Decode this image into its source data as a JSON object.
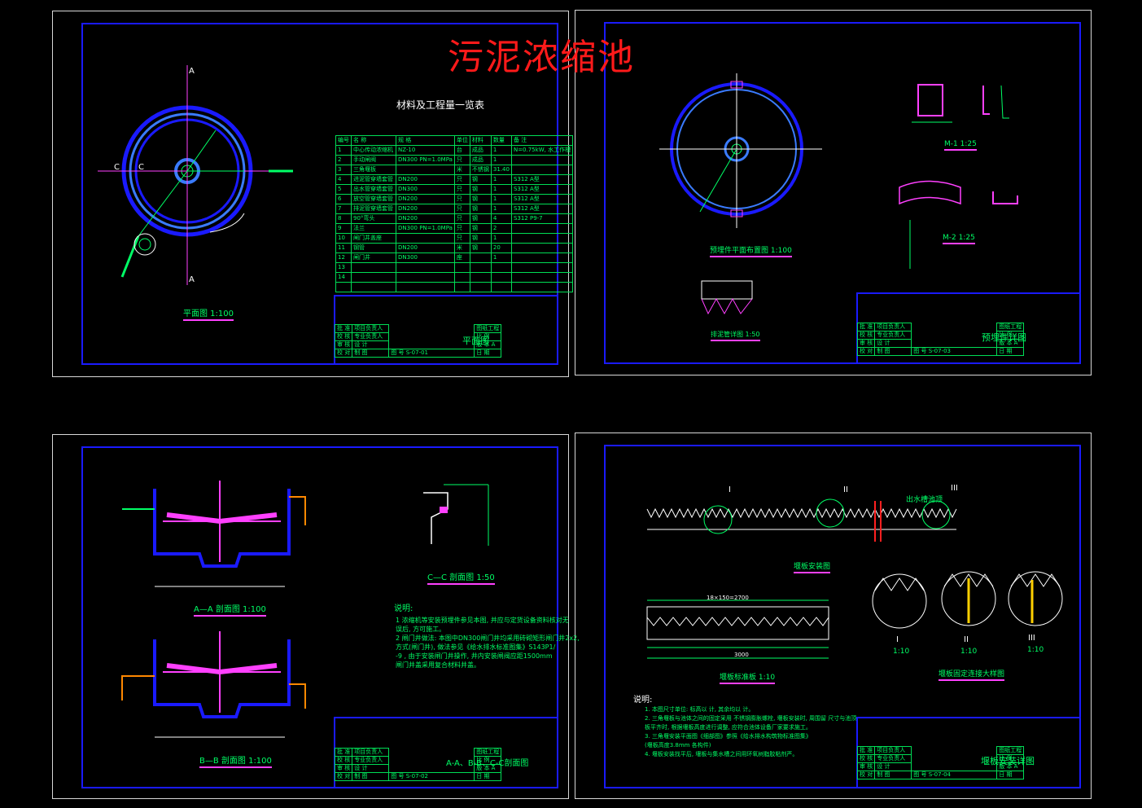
{
  "main_title": "污泥浓缩池",
  "sheets": {
    "plan": {
      "view_title": "平面图 1:100",
      "table_title": "材料及工程量一览表",
      "table_headers": [
        "编号",
        "名 称",
        "规 格",
        "单位",
        "材料",
        "数量",
        "备 注"
      ],
      "table_rows": [
        [
          "1",
          "中心传动浓缩机",
          "NZ-10",
          "台",
          "成品",
          "1",
          "N=0.75kW, 水工作槽"
        ],
        [
          "2",
          "手动闸阀",
          "DN300 PN=1.0MPa",
          "只",
          "成品",
          "1",
          ""
        ],
        [
          "3",
          "三角堰板",
          "",
          "米",
          "不锈钢",
          "31.40",
          ""
        ],
        [
          "4",
          "进泥管穿墙套管",
          "DN200",
          "只",
          "钢",
          "1",
          "S312 A型"
        ],
        [
          "5",
          "出水管穿墙套管",
          "DN300",
          "只",
          "钢",
          "1",
          "S312 A型"
        ],
        [
          "6",
          "放空管穿墙套管",
          "DN200",
          "只",
          "钢",
          "1",
          "S312 A型"
        ],
        [
          "7",
          "排泥管穿墙套管",
          "DN200",
          "只",
          "钢",
          "1",
          "S312 A型"
        ],
        [
          "8",
          "90°弯头",
          "DN200",
          "只",
          "钢",
          "4",
          "S312 P9-7"
        ],
        [
          "9",
          "法兰",
          "DN300 PN=1.0MPa",
          "只",
          "钢",
          "2",
          ""
        ],
        [
          "10",
          "闸门井盖座",
          "",
          "只",
          "钢",
          "1",
          ""
        ],
        [
          "11",
          "钢管",
          "DN200",
          "米",
          "钢",
          "20",
          ""
        ],
        [
          "12",
          "闸门井",
          "DN300",
          "座",
          "",
          "1",
          ""
        ],
        [
          "13",
          "",
          "",
          "",
          "",
          "",
          ""
        ],
        [
          "14",
          "",
          "",
          "",
          "",
          "",
          ""
        ]
      ],
      "title_block": {
        "name": "平面图",
        "drawing_no": "S-07-01",
        "cells": [
          "批 准",
          "项目负责人",
          "校 核",
          "专业负责人",
          "审 核",
          "设 计",
          "校 对",
          "制 图",
          "图 号",
          "日 期",
          "比 例",
          "版 本 A",
          "图纸工程"
        ]
      }
    },
    "embedded": {
      "view_title": "预埋件平面布置图 1:100",
      "detail_a": "M-1 1:25",
      "detail_b": "M-2 1:25",
      "detail_c": "排泥管详图 1:50",
      "title_block": {
        "name": "预埋件详图",
        "drawing_no": "S-07-03",
        "cells": [
          "批 准",
          "项目负责人",
          "校 核",
          "专业负责人",
          "审 核",
          "设 计",
          "校 对",
          "制 图",
          "图 号",
          "日 期",
          "比 例",
          "版 本 A",
          "图纸工程"
        ]
      }
    },
    "sections": {
      "view_aa": "A—A 剖面图 1:100",
      "view_bb": "B—B 剖面图 1:100",
      "view_cc": "C—C 剖面图 1:50",
      "notes_title": "说明:",
      "notes": [
        "1  浓缩机等安装预埋件参见本图, 并应与定货设备资料核对无",
        "   误后, 方可施工。",
        "2  闸门井做法: 本图中DN300闸门井均采用砖砌矩形闸门井2x2,",
        "   方式(闸门井), 做法参见《给水排水标准图集》S143P1/",
        "   -9 , 由于安装闸门井操作, 井内安装闸阀应距1500mm",
        "   闸门井盖采用复合材料井盖。"
      ],
      "title_block": {
        "name": "A-A、B-B、C-C剖面图",
        "drawing_no": "S-07-02",
        "cells": [
          "批 准",
          "项目负责人",
          "校 核",
          "专业负责人",
          "审 核",
          "设 计",
          "校 对",
          "制 图",
          "图 号",
          "日 期",
          "比 例",
          "版 本 A",
          "图纸工程"
        ]
      }
    },
    "weir": {
      "view_install": "堰板安装图",
      "view_standard": "堰板标准板 1:10",
      "view_detail": "堰板固定连接大样图",
      "label_outlet": "出水槽池顶",
      "detail_labels": [
        "I",
        "II",
        "III"
      ],
      "detail_scales": [
        "1:10",
        "1:10",
        "1:10"
      ],
      "dim_top": "18×150=2700",
      "dim_total": "3000",
      "notes_title": "说明:",
      "notes": [
        "1. 本图尺寸单位: 标高以    计, 其余均以    计。",
        "2. 三角堰板与池体之间的固定采用     不锈钢膨胀螺栓, 堰板安装时, 周围留  尺寸与池顶",
        "   板平齐时, 根据堰板高度进行调整, 应符合池体设备厂家要求施工。",
        "3. 三角堰安装平面图《细部图》参照《给水排水构筑物标准图集》",
        "   (堰板高度3.8mm       各构件)",
        "4. 堰板安装找平后, 堰板与集水槽之间用环氧树脂胶粘剂严。"
      ],
      "title_block": {
        "name": "堰板安装详图",
        "drawing_no": "S-07-04",
        "cells": [
          "批 准",
          "项目负责人",
          "校 核",
          "专业负责人",
          "审 核",
          "设 计",
          "校 对",
          "制 图",
          "图 号",
          "日 期",
          "比 例",
          "版 本 A",
          "图纸工程"
        ]
      }
    }
  },
  "colors": {
    "background": "#000000",
    "frame": "#1a1aff",
    "sheet_border": "#d8d8d8",
    "linework": "#00ff66",
    "accent": "#ff40ff",
    "title": "#ff1a1a"
  }
}
